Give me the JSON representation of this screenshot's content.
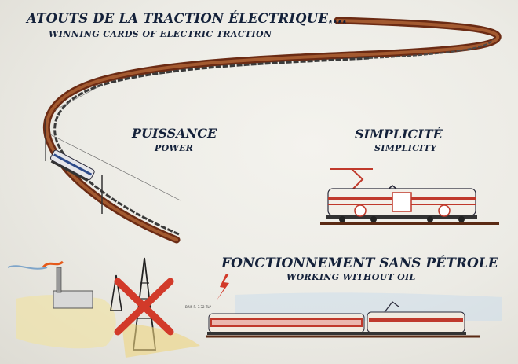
{
  "poster": {
    "title": "ATOUTS DE LA TRACTION ÉLECTRIQUE....",
    "subtitle": "WINNING CARDS OF ELECTRIC TRACTION",
    "sections": [
      {
        "title_fr": "PUISSANCE",
        "title_en": "POWER"
      },
      {
        "title_fr": "SIMPLICITÉ",
        "title_en": "SIMPLICITY"
      },
      {
        "title_fr": "FONCTIONNEMENT SANS PÉTROLE",
        "title_en": "WORKING WITHOUT OIL"
      }
    ],
    "signature": "BRIS R.  3.72 TLP",
    "colors": {
      "ink": "#14213a",
      "rail": "#7a3a1c",
      "loco_red": "#c0392b",
      "cross": "#d23a2a",
      "accent_yellow": "#e8c25a"
    }
  }
}
